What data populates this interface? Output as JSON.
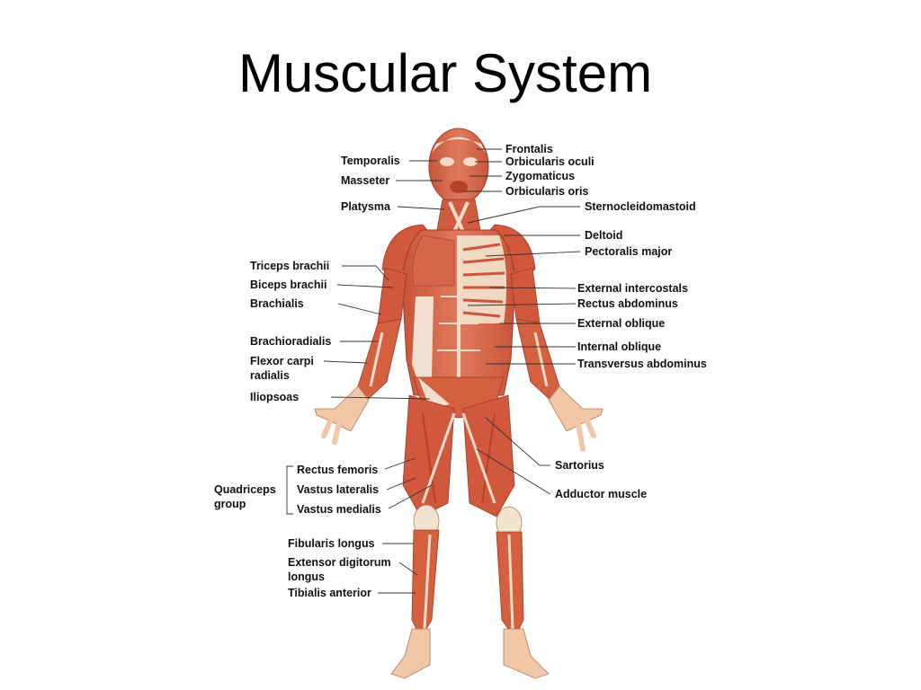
{
  "title": "Muscular System",
  "colors": {
    "muscle": "#d9644a",
    "muscle_dark": "#b4432c",
    "tendon": "#f6e9d9",
    "bone": "#f3e4cc"
  },
  "labels_right": [
    {
      "text": "Frontalis"
    },
    {
      "text": "Orbicularis oculi"
    },
    {
      "text": "Zygomaticus"
    },
    {
      "text": "Orbicularis oris"
    },
    {
      "text": "Sternocleidomastoid"
    },
    {
      "text": "Deltoid"
    },
    {
      "text": "Pectoralis major"
    },
    {
      "text": "External intercostals"
    },
    {
      "text": "Rectus abdominus"
    },
    {
      "text": "External oblique"
    },
    {
      "text": "Internal oblique"
    },
    {
      "text": "Transversus abdominus"
    },
    {
      "text": "Sartorius"
    },
    {
      "text": "Adductor muscle"
    }
  ],
  "labels_left": [
    {
      "text": "Temporalis"
    },
    {
      "text": "Masseter"
    },
    {
      "text": "Platysma"
    },
    {
      "text": "Triceps brachii"
    },
    {
      "text": "Biceps brachii"
    },
    {
      "text": "Brachialis"
    },
    {
      "text": "Brachioradialis"
    },
    {
      "text": "Flexor carpi"
    },
    {
      "text": "radialis"
    },
    {
      "text": "Iliopsoas"
    },
    {
      "text": "Rectus femoris"
    },
    {
      "text": "Vastus lateralis"
    },
    {
      "text": "Vastus medialis"
    },
    {
      "text": "Fibularis longus"
    },
    {
      "text": "Extensor digitorum"
    },
    {
      "text": "longus"
    },
    {
      "text": "Tibialis anterior"
    }
  ],
  "group_label": {
    "line1": "Quadriceps",
    "line2": "group"
  }
}
